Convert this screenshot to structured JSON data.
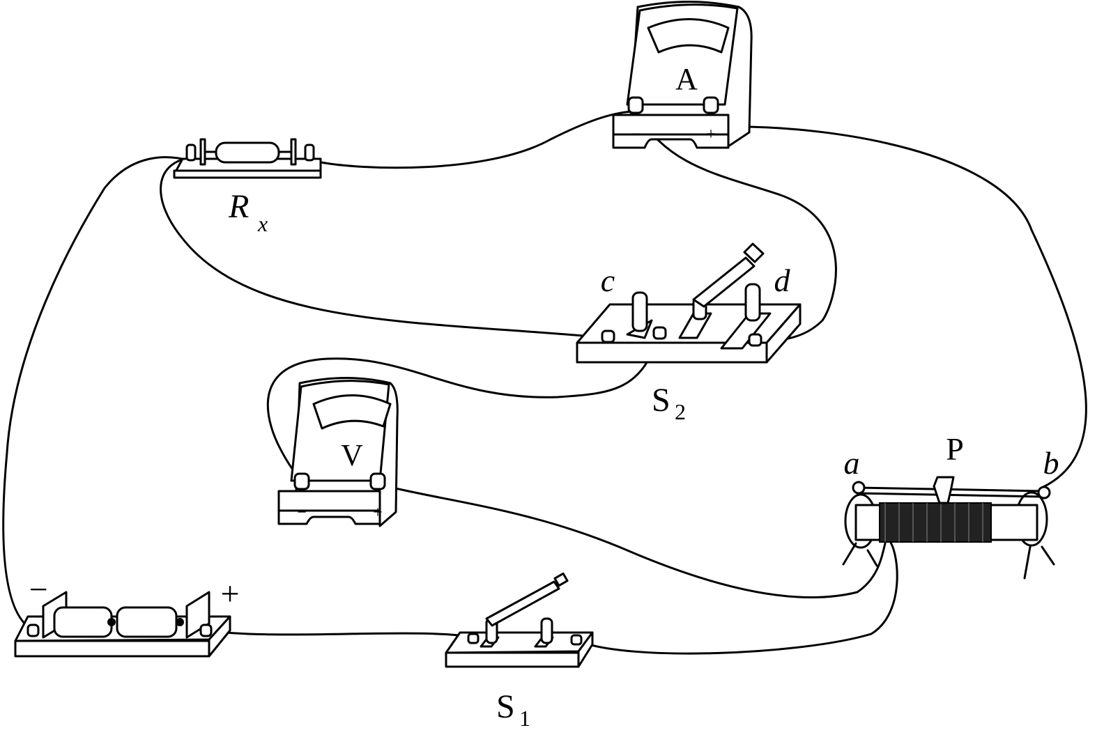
{
  "ammeter": {
    "label": "A",
    "minus": "−",
    "plus": "+"
  },
  "resistor": {
    "label": "R",
    "subscript": "x"
  },
  "switch2": {
    "label": "S",
    "subscript": "2",
    "terminal_c": "c",
    "terminal_d": "d"
  },
  "voltmeter": {
    "label": "V",
    "minus": "−",
    "plus": "+"
  },
  "rheostat": {
    "end_a": "a",
    "slider": "P",
    "end_b": "b"
  },
  "battery": {
    "minus": "−",
    "plus": "+"
  },
  "switch1": {
    "label": "S",
    "subscript": "1"
  }
}
